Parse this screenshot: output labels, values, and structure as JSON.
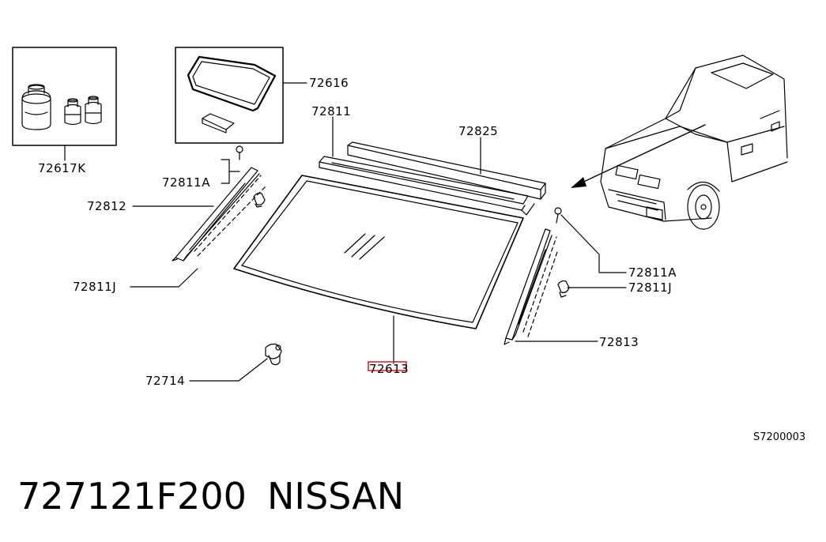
{
  "diagram": {
    "callouts": {
      "glass_kit": "72617K",
      "molding_kit": "72616",
      "top_molding": "72811",
      "top_rail": "72825",
      "left_clip_top": "72811A",
      "left_molding": "72812",
      "left_clip_bottom": "72811J",
      "right_clip_top": "72811A",
      "right_clip_bottom": "72811J",
      "right_molding": "72813",
      "windshield": "72613",
      "bottom_stopper": "72714"
    },
    "diagram_code": "S7200003",
    "highlight_color": "#e8202a"
  },
  "footer": {
    "part_number": "727121F200",
    "brand": "NISSAN"
  }
}
